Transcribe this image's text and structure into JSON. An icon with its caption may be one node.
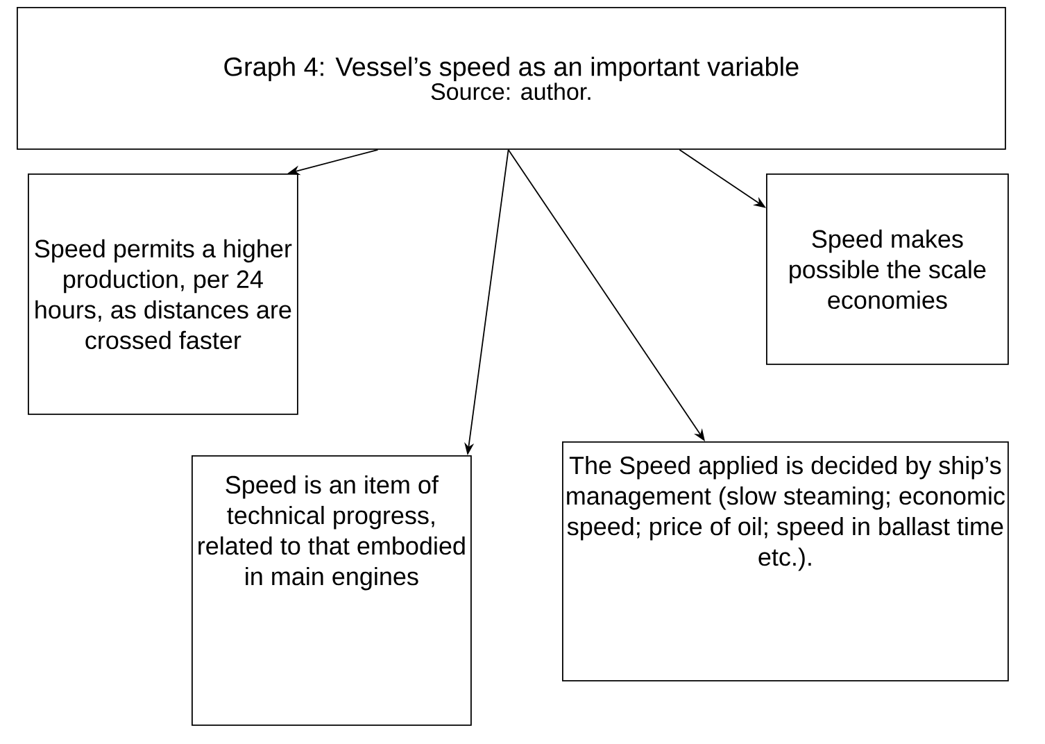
{
  "diagram": {
    "nodes": [
      {
        "text": [
          "Graph 4: Vessel’s speed as an important variable",
          "Source: author."
        ]
      },
      {
        "text": [
          "Speed permits a higher production, per 24 hours, as distances are crossed faster"
        ]
      },
      {
        "text": [
          "Speed makes possible the scale economies"
        ]
      },
      {
        "text": [
          "The Speed applied is decided by ship’s management (slow steaming; economic speed; price of oil; speed in ballast time etc.)."
        ]
      },
      {
        "text": [
          "Speed is an item of technical progress, related to that embodied in main engines"
        ]
      }
    ],
    "edges": [
      {
        "from": 0,
        "to": 1,
        "arrow": "to"
      },
      {
        "from": 0,
        "to": 4,
        "arrow": "to"
      },
      {
        "from": 0,
        "to": 3,
        "arrow": "to"
      },
      {
        "from": 0,
        "to": 2,
        "arrow": "to"
      }
    ]
  }
}
